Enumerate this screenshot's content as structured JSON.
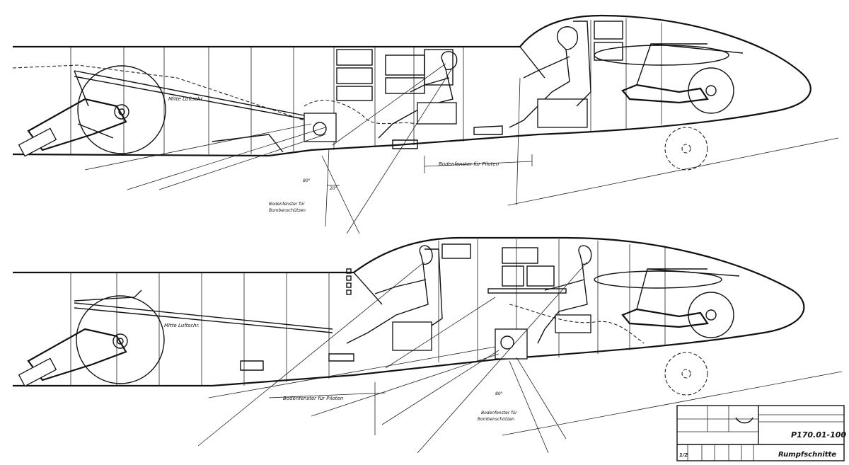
{
  "upper_section": {
    "axis_label": "Mitte Luftschr.",
    "pilot_window_label": "Bodenfenster für Piloten",
    "bomb_window_label_1": "Bodenfenster für",
    "bomb_window_label_2": "Bombenschützen",
    "angle_label_1": "80°",
    "angle_label_2": "20°"
  },
  "lower_section": {
    "axis_label": "Mitte Luftschr.",
    "pilot_window_label": "Bodenfenster für Piloten",
    "bomb_window_label_1": "Bodenfenster für",
    "bomb_window_label_2": "Bombenschützen",
    "angle_label_1": "80°"
  },
  "title_block": {
    "drawing_number": "P170.01-100",
    "drawing_title": "Rumpfschnitte",
    "sheet_marker": "1/2"
  }
}
